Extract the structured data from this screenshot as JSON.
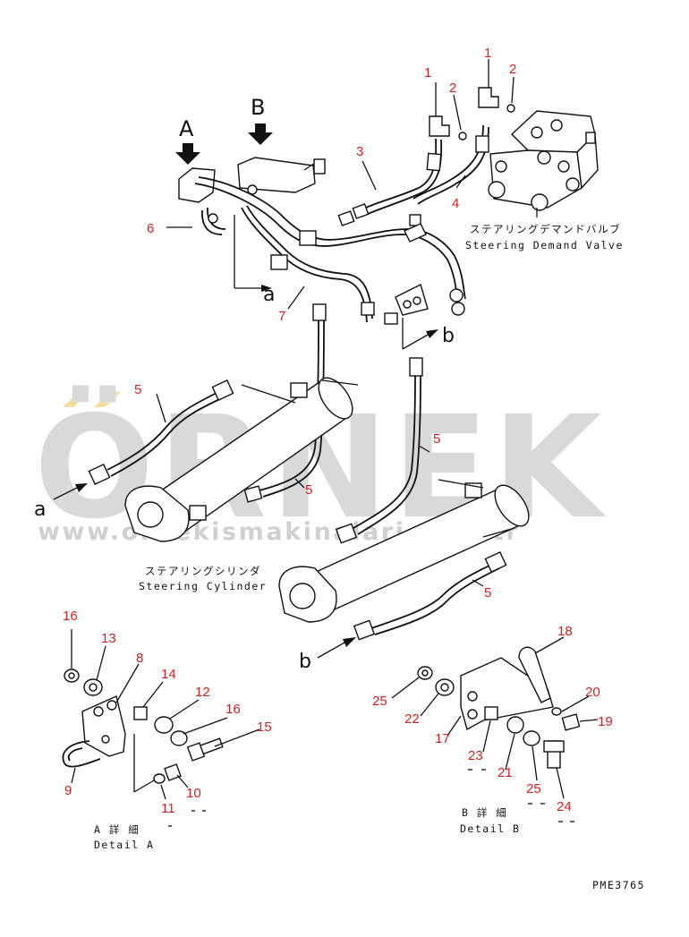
{
  "watermark": {
    "brand": "ÖRNEK",
    "url": "www.ornekismakinalari.com.tr",
    "brand_color": "#d9d9d9",
    "accent_color": "#f3df9a"
  },
  "labels": {
    "view_a": "A",
    "view_b": "B",
    "arrow_a": "a",
    "arrow_b": "b",
    "valve_jp": "ステアリングデマンドバルブ",
    "valve_en": "Steering Demand Valve",
    "cylinder_jp": "ステアリングシリンダ",
    "cylinder_en": "Steering Cylinder",
    "detail_a_jp": "A 詳 細",
    "detail_a_en": "Detail A",
    "detail_b_jp": "B 詳 細",
    "detail_b_en": "Detail B",
    "code": "PME3765"
  },
  "callouts": [
    "1",
    "1",
    "2",
    "2",
    "3",
    "4",
    "5",
    "5",
    "5",
    "5",
    "6",
    "7",
    "8",
    "9",
    "10",
    "11",
    "12",
    "13",
    "14",
    "15",
    "16",
    "16",
    "17",
    "18",
    "19",
    "20",
    "21",
    "22",
    "23",
    "24",
    "25",
    "25"
  ],
  "colors": {
    "callout": "#d42020",
    "line": "#111111"
  }
}
